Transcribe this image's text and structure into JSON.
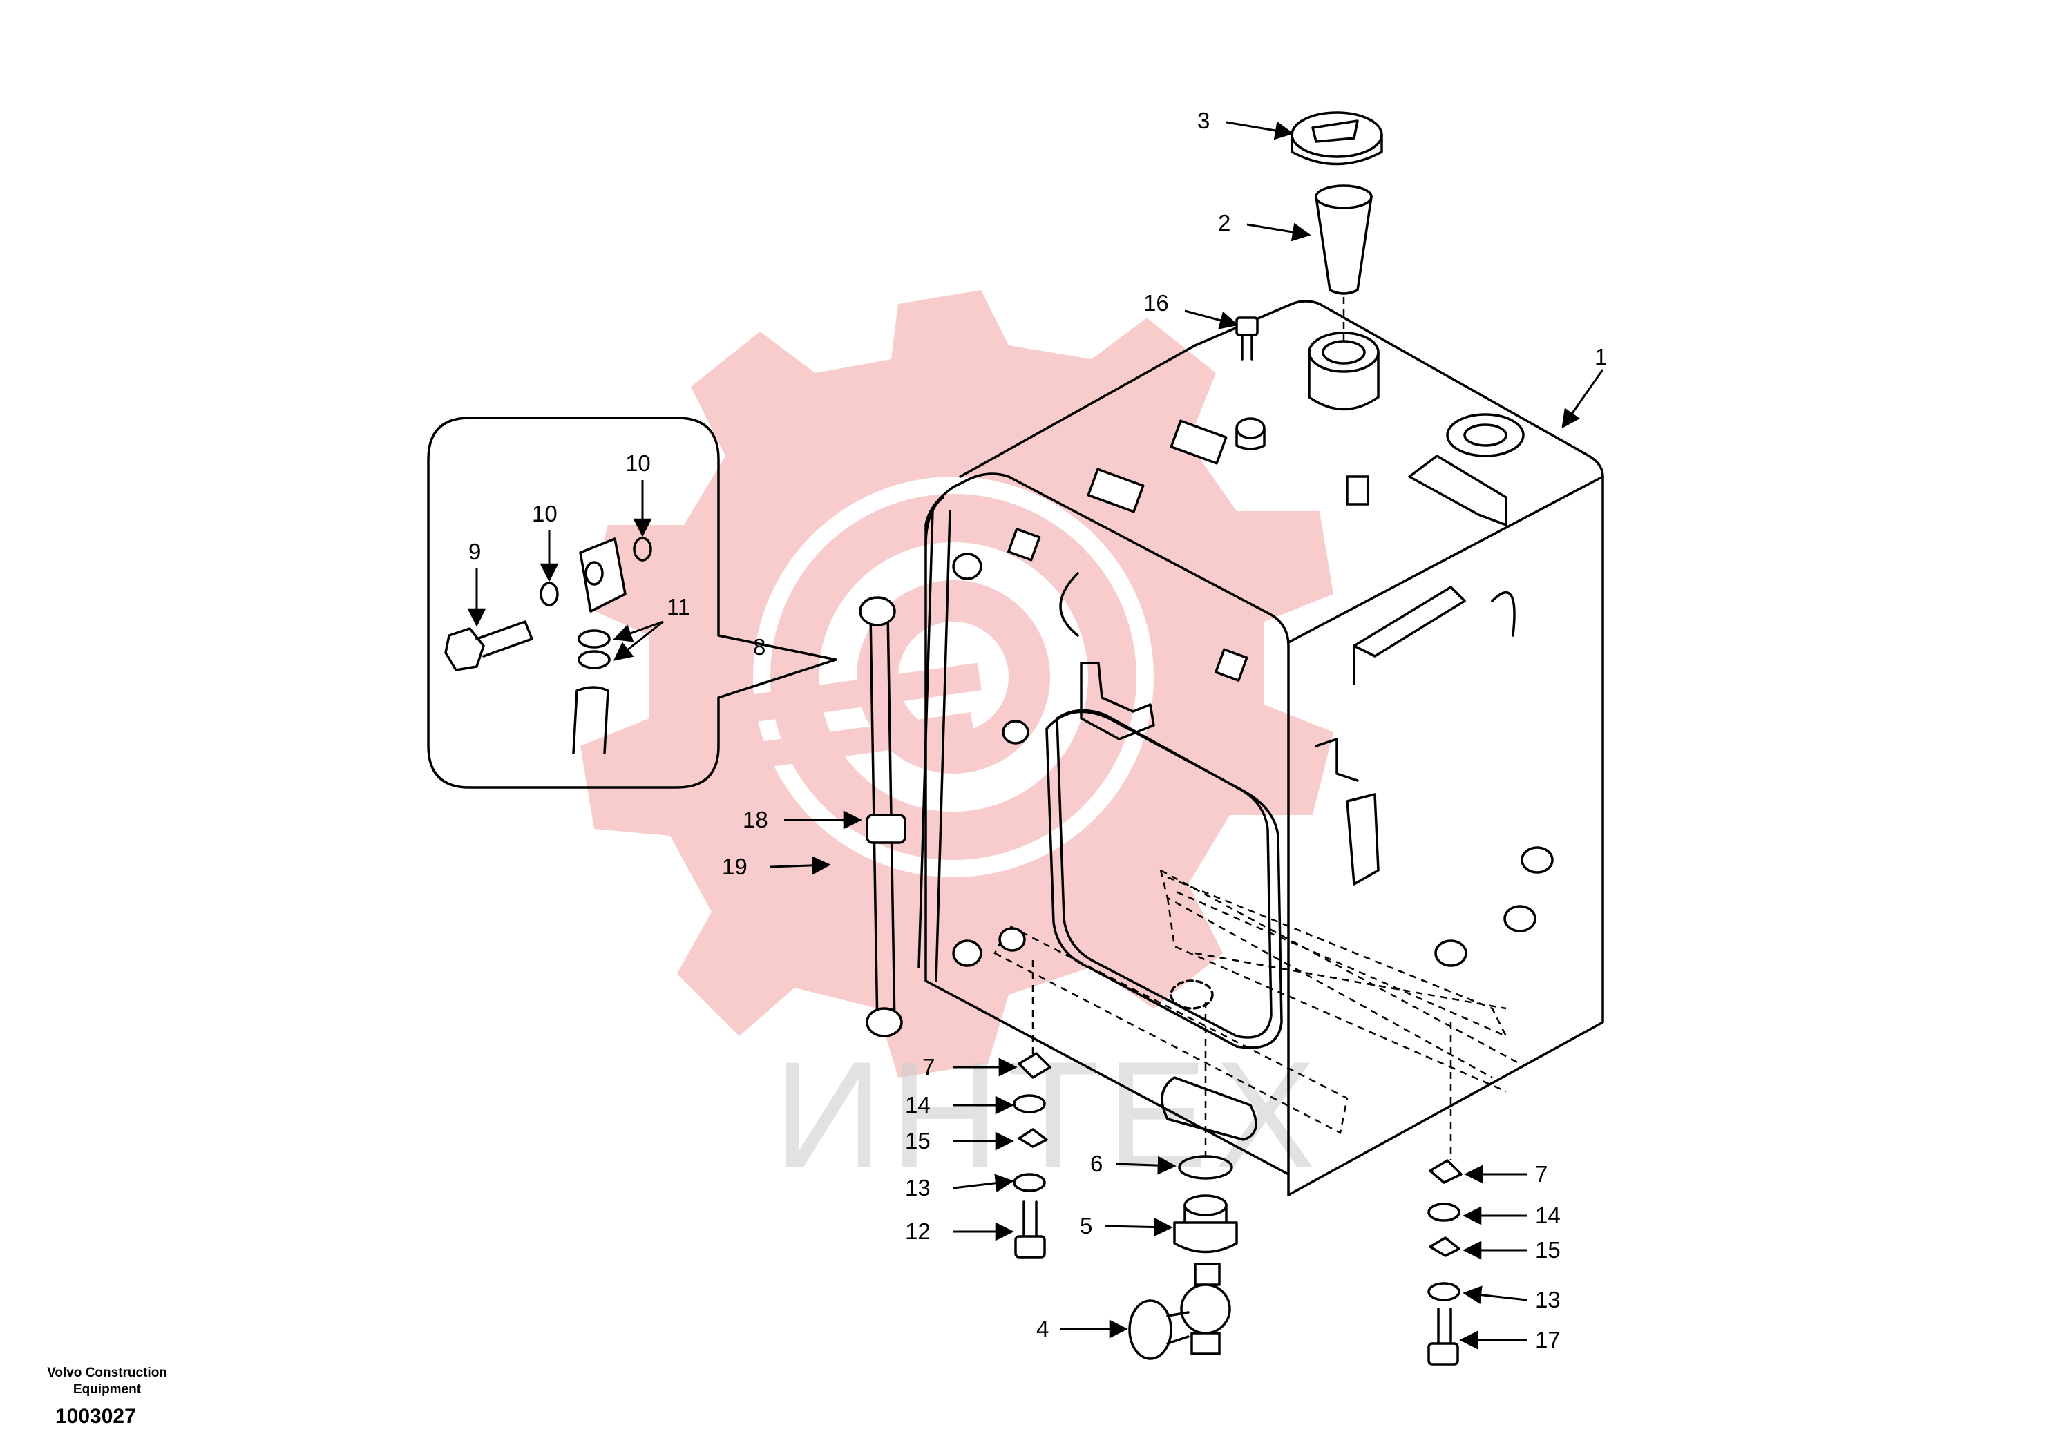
{
  "footer": {
    "brand_line1": "Volvo Construction",
    "brand_line2": "Equipment",
    "drawing_number": "1003027"
  },
  "watermark": {
    "text": "ИНТЕХ",
    "color": "#f7a9a9"
  },
  "callouts": [
    {
      "id": "c3",
      "label": "3"
    },
    {
      "id": "c2",
      "label": "2"
    },
    {
      "id": "c16",
      "label": "16"
    },
    {
      "id": "c1",
      "label": "1"
    },
    {
      "id": "c10a",
      "label": "10"
    },
    {
      "id": "c10b",
      "label": "10"
    },
    {
      "id": "c9",
      "label": "9"
    },
    {
      "id": "c11",
      "label": "11"
    },
    {
      "id": "c8",
      "label": "8"
    },
    {
      "id": "c18",
      "label": "18"
    },
    {
      "id": "c19",
      "label": "19"
    },
    {
      "id": "c7a",
      "label": "7"
    },
    {
      "id": "c14a",
      "label": "14"
    },
    {
      "id": "c15a",
      "label": "15"
    },
    {
      "id": "c13a",
      "label": "13"
    },
    {
      "id": "c12",
      "label": "12"
    },
    {
      "id": "c6",
      "label": "6"
    },
    {
      "id": "c5",
      "label": "5"
    },
    {
      "id": "c4",
      "label": "4"
    },
    {
      "id": "c7b",
      "label": "7"
    },
    {
      "id": "c14b",
      "label": "14"
    },
    {
      "id": "c15b",
      "label": "15"
    },
    {
      "id": "c13b",
      "label": "13"
    },
    {
      "id": "c17",
      "label": "17"
    }
  ]
}
